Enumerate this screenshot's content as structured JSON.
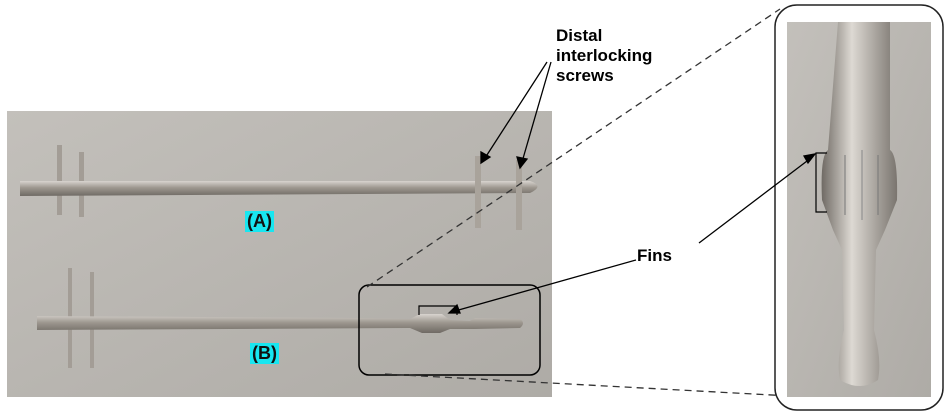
{
  "labels": {
    "screws": "Distal interlocking screws",
    "screws_lines": [
      "Distal",
      "interlocking",
      "screws"
    ],
    "fins": "Fins",
    "nail_a": "(A)",
    "nail_b": "(B)"
  },
  "colors": {
    "tag_bg": "#18e6f0",
    "photo_bg": "#b9b6b1",
    "metal": "#a9a39b"
  }
}
